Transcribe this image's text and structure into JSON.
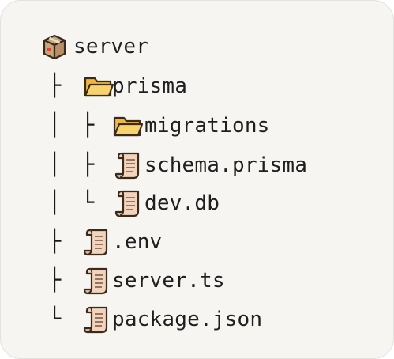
{
  "tree": {
    "root": {
      "name": "server",
      "icon": "package-icon"
    },
    "entries": [
      {
        "id": "prisma",
        "name": "prisma",
        "icon": "folder-icon",
        "guides": [
          "├"
        ]
      },
      {
        "id": "migrations",
        "name": "migrations",
        "icon": "folder-icon",
        "guides": [
          "│",
          "├"
        ]
      },
      {
        "id": "schema",
        "name": "schema.prisma",
        "icon": "scroll-icon",
        "guides": [
          "│",
          "├"
        ]
      },
      {
        "id": "devdb",
        "name": "dev.db",
        "icon": "scroll-icon",
        "guides": [
          "│",
          "└"
        ]
      },
      {
        "id": "env",
        "name": ".env",
        "icon": "scroll-icon",
        "guides": [
          "├"
        ]
      },
      {
        "id": "serverts",
        "name": "server.ts",
        "icon": "scroll-icon",
        "guides": [
          "├"
        ]
      },
      {
        "id": "pkgjson",
        "name": "package.json",
        "icon": "scroll-icon",
        "guides": [
          "└"
        ]
      }
    ]
  },
  "colors": {
    "panel_background": "#f6f5f1",
    "folder": "#f5c443",
    "scroll": "#f2d3bd",
    "package": "#c9a57e"
  }
}
